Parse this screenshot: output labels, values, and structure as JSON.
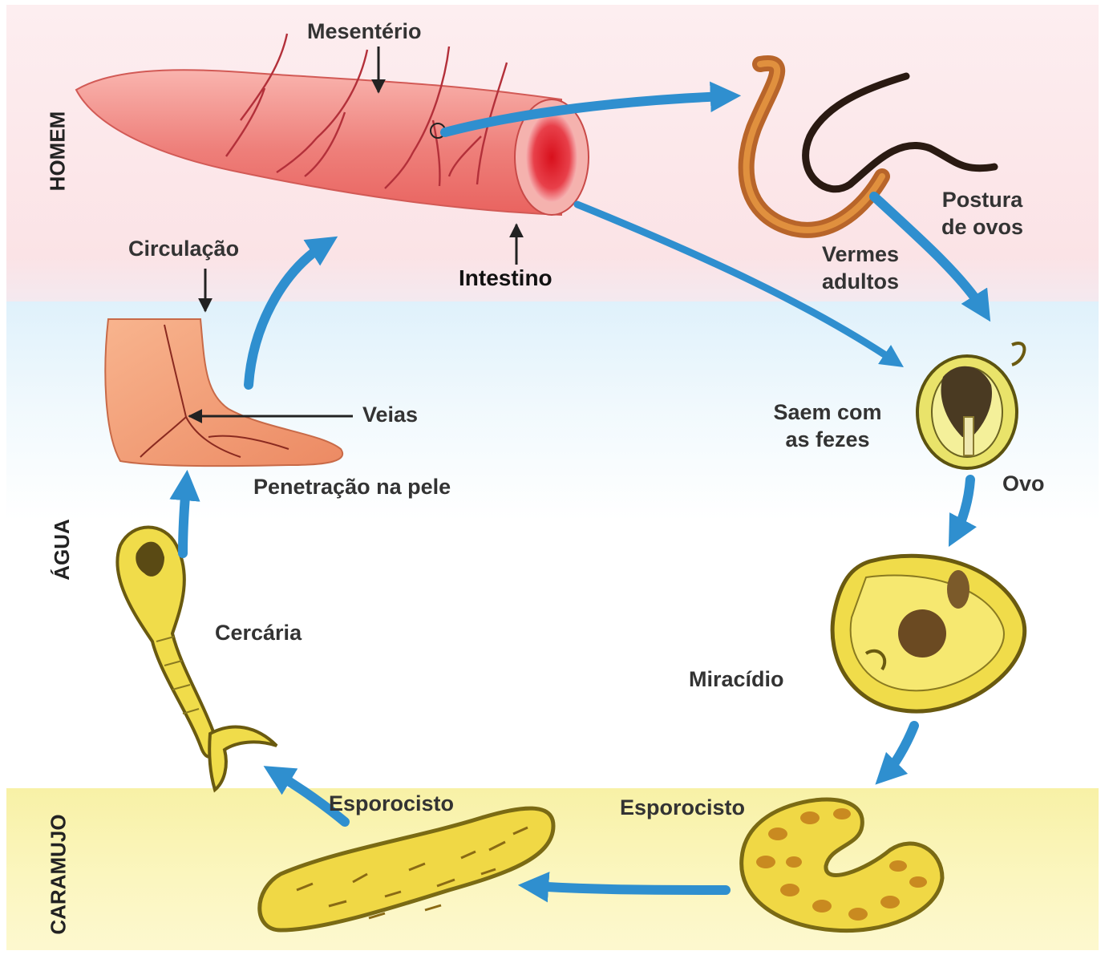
{
  "zones": {
    "homem": "HOMEM",
    "agua": "ÁGUA",
    "caramujo": "CARAMUJO"
  },
  "labels": {
    "mesenterio": "Mesentério",
    "intestino": "Intestino",
    "postura_line1": "Postura",
    "postura_line2": "de ovos",
    "vermes_line1": "Vermes",
    "vermes_line2": "adultos",
    "saem_line1": "Saem com",
    "saem_line2": "as fezes",
    "ovo": "Ovo",
    "miracidio": "Miracídio",
    "esporocisto_right": "Esporocisto",
    "esporocisto_left": "Esporocisto",
    "cercaria": "Cercária",
    "penetracao": "Penetração na pele",
    "veias": "Veias",
    "circulacao": "Circulação"
  },
  "colors": {
    "arrow": "#2f8fcf",
    "intestine": "#f08a86",
    "worm": "#b8652a",
    "yellow_stage": "#f2e04e",
    "foot": "#f0a078"
  }
}
